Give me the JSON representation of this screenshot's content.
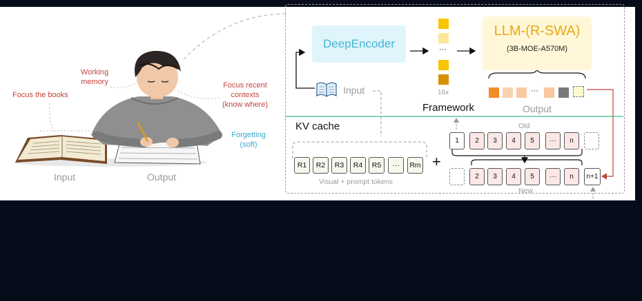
{
  "left_panel": {
    "focus_books": "Focus the books",
    "working_memory_1": "Working",
    "working_memory_2": "memory",
    "focus_recent_1": "Focus recent",
    "focus_recent_2": "contexts",
    "focus_recent_3": "(know where)",
    "forgetting_1": "Forgetting",
    "forgetting_2": "(soft)",
    "input_label": "Input",
    "output_label": "Output"
  },
  "framework": {
    "encoder": "DeepEncoder",
    "llm_title": "LLM-(R-SWA)",
    "llm_sub": "(3B-MOE-A570M)",
    "input_label": "Input",
    "token_count": "16x",
    "ellipsis": "···",
    "title": "Framework",
    "output_label": "Output",
    "token_colors": [
      "#f7c600",
      "#fbe89a",
      "#fbe89a",
      "#f7c600",
      "#d99000"
    ]
  },
  "kv_cache": {
    "title": "KV cache",
    "prompt_tokens": [
      "R1",
      "R2",
      "R3",
      "R4",
      "R5",
      "···",
      "Rm"
    ],
    "prompt_caption": "Visual + prompt tokens",
    "plus": "+",
    "old_label": "Old",
    "old_tokens": [
      "1",
      "2",
      "3",
      "4",
      "5",
      "···",
      "n"
    ],
    "new_label": "New",
    "new_tokens": [
      "2",
      "3",
      "4",
      "5",
      "···",
      "n"
    ],
    "new_token_last": "n+1"
  },
  "output_token_colors": [
    "#f28c28",
    "#f9d3b0",
    "#f9c9a0",
    "#f8c89c",
    "#7a7a7a",
    "#fffbd0"
  ]
}
